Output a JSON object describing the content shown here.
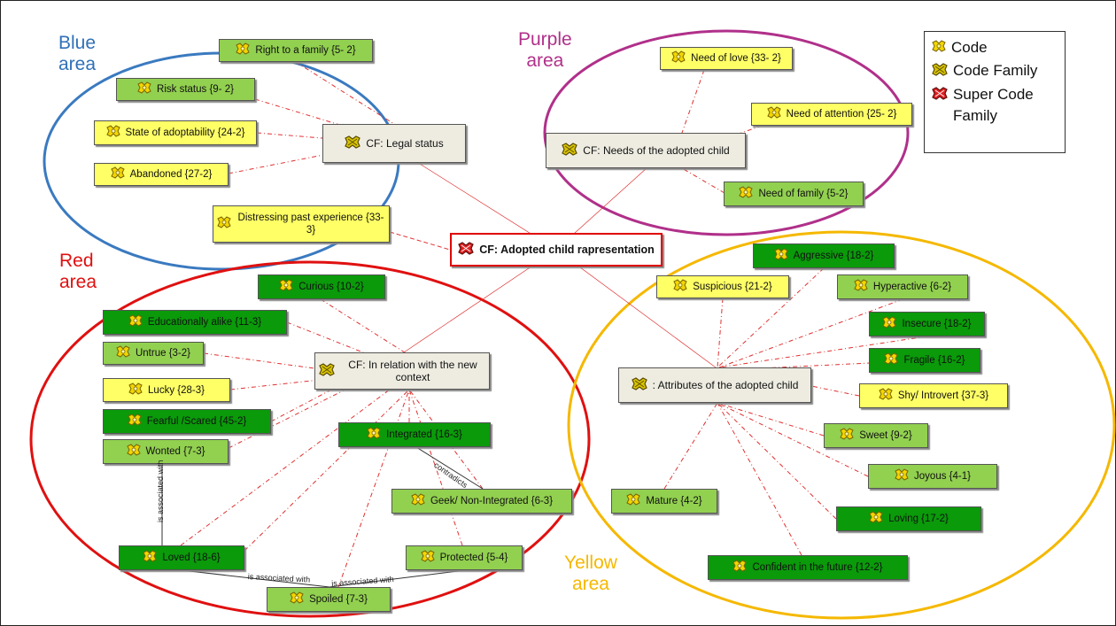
{
  "colors": {
    "blue_area": "#3a7ac0",
    "purple_area": "#b0308a",
    "red_area": "#e01010",
    "yellow_area": "#f5b800",
    "code_yellow": "#ffff66",
    "code_light_green": "#92d050",
    "code_dark_green": "#0a9a0a",
    "code_family_fill": "#eeece1",
    "super_border": "#e00000",
    "link": "#e03030"
  },
  "areas": {
    "blue": "Blue\narea",
    "purple": "Purple\narea",
    "red": "Red\narea",
    "yellow": "Yellow\narea"
  },
  "legend": {
    "code": "Code",
    "code_family": "Code Family",
    "super_code_family": "Super Code Family"
  },
  "nodes": {
    "super": "CF: Adopted child rapresentation",
    "legal_status": "CF: Legal status",
    "needs": "CF: Needs of the adopted child",
    "new_context": "CF: In relation with the new context",
    "attributes": ": Attributes of the adopted child",
    "right_family": "Right to a family {5- 2}",
    "risk_status": "Risk status  {9- 2}",
    "state_adoptability": "State of adoptability {24-2}",
    "abandoned": "Abandoned {27-2}",
    "distressing": "Distressing past experience {33-3}",
    "need_love": "Need of love {33- 2}",
    "need_attention": "Need of attention {25- 2}",
    "need_family": "Need of family  {5-2}",
    "curious": "Curious {10-2}",
    "educationally": "Educationally alike {11-3}",
    "untrue": "Untrue {3-2}",
    "lucky": "Lucky {28-3}",
    "fearful": "Fearful /Scared  {45-2}",
    "wonted": "Wonted {7-3}",
    "integrated": "Integrated {16-3}",
    "geek": "Geek/ Non-Integrated {6-3}",
    "protected": "Protected {5-4}",
    "loved": "Loved {18-6}",
    "spoiled": "Spoiled  {7-3}",
    "aggressive": "Aggressive {18-2}",
    "suspicious": "Suspicious {21-2}",
    "hyperactive": "Hyperactive {6-2}",
    "insecure": "Insecure {18-2}",
    "fragile": "Fragile {16-2}",
    "shy": "Shy/ Introvert {37-3}",
    "sweet": "Sweet {9-2}",
    "joyous": "Joyous  {4-1}",
    "mature": "Mature {4-2}",
    "loving": "Loving {17-2}",
    "confident": "Confident in the future {12-2}"
  },
  "relations": {
    "contradicts": "contradicts",
    "is_associated_with": "is associated with"
  }
}
